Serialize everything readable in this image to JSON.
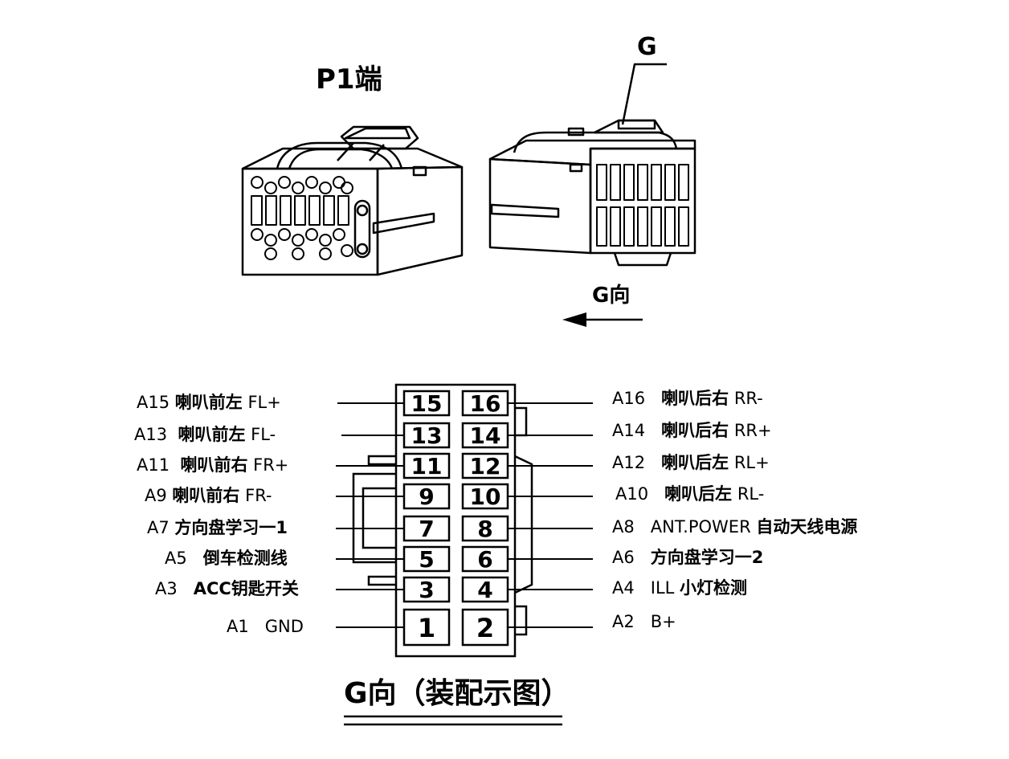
{
  "header": {
    "p1_label": "P1端",
    "g_label": "G",
    "g_dir_label": "G向"
  },
  "title": "G向（装配示图）",
  "pins_left": [
    {
      "pin": "15",
      "code": "A15",
      "name": "喇叭前左",
      "signal": "FL+"
    },
    {
      "pin": "13",
      "code": "A13",
      "name": "喇叭前左",
      "signal": "FL-"
    },
    {
      "pin": "11",
      "code": "A11",
      "name": "喇叭前右",
      "signal": "FR+"
    },
    {
      "pin": "9",
      "code": "A9",
      "name": "喇叭前右",
      "signal": "FR-"
    },
    {
      "pin": "7",
      "code": "A7",
      "name": "方向盘学习一1",
      "signal": ""
    },
    {
      "pin": "5",
      "code": "A5",
      "name": "倒车检测线",
      "signal": ""
    },
    {
      "pin": "3",
      "code": "A3",
      "name": "ACC钥匙开关",
      "signal": ""
    },
    {
      "pin": "1",
      "code": "A1",
      "name": "GND",
      "signal": ""
    }
  ],
  "pins_right": [
    {
      "pin": "16",
      "code": "A16",
      "name": "喇叭后右",
      "signal": "RR-"
    },
    {
      "pin": "14",
      "code": "A14",
      "name": "喇叭后右",
      "signal": "RR+"
    },
    {
      "pin": "12",
      "code": "A12",
      "name": "喇叭后左",
      "signal": "RL+"
    },
    {
      "pin": "10",
      "code": "A10",
      "name": "喇叭后左",
      "signal": "RL-"
    },
    {
      "pin": "8",
      "code": "A8",
      "name": "ANT.POWER",
      "signal": "自动天线电源"
    },
    {
      "pin": "6",
      "code": "A6",
      "name": "方向盘学习一2",
      "signal": ""
    },
    {
      "pin": "4",
      "code": "A4",
      "name": "ILL",
      "signal": "小灯检测"
    },
    {
      "pin": "2",
      "code": "A2",
      "name": "B+",
      "signal": ""
    }
  ]
}
